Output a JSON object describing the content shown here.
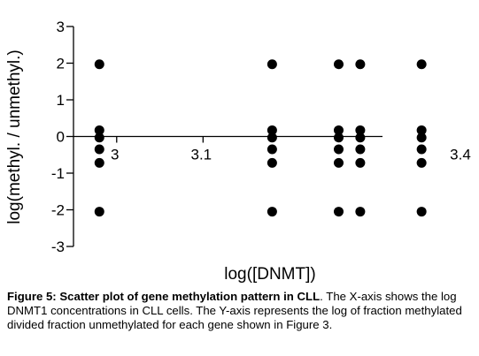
{
  "chart_data": {
    "type": "scatter",
    "xlabel": "log([DNMT])",
    "ylabel": "log(methyl. / unmethyl.)",
    "xlim": [
      2.95,
      3.4
    ],
    "ylim": [
      -3,
      3
    ],
    "x_ticks": [
      {
        "value": 3,
        "label": "3"
      },
      {
        "value": 3.1,
        "label": "3.1"
      },
      {
        "value": 3.4,
        "label": "3.4"
      }
    ],
    "y_ticks": [
      {
        "value": 3,
        "label": "3"
      },
      {
        "value": 2,
        "label": "2"
      },
      {
        "value": 1,
        "label": "1"
      },
      {
        "value": 0,
        "label": "0"
      },
      {
        "value": -1,
        "label": "-1"
      },
      {
        "value": -2,
        "label": "-2"
      },
      {
        "value": -3,
        "label": "-3"
      }
    ],
    "grid": false,
    "points": [
      {
        "x": 2.98,
        "y": 1.97
      },
      {
        "x": 2.98,
        "y": 0.17
      },
      {
        "x": 2.98,
        "y": -0.03
      },
      {
        "x": 2.98,
        "y": -0.35
      },
      {
        "x": 2.98,
        "y": -0.72
      },
      {
        "x": 2.98,
        "y": -2.05
      },
      {
        "x": 3.18,
        "y": 1.97
      },
      {
        "x": 3.18,
        "y": 0.17
      },
      {
        "x": 3.18,
        "y": -0.03
      },
      {
        "x": 3.18,
        "y": -0.35
      },
      {
        "x": 3.18,
        "y": -0.72
      },
      {
        "x": 3.18,
        "y": -2.05
      },
      {
        "x": 3.257,
        "y": 1.97
      },
      {
        "x": 3.257,
        "y": 0.17
      },
      {
        "x": 3.257,
        "y": -0.03
      },
      {
        "x": 3.257,
        "y": -0.35
      },
      {
        "x": 3.257,
        "y": -0.72
      },
      {
        "x": 3.257,
        "y": -2.05
      },
      {
        "x": 3.282,
        "y": 1.97
      },
      {
        "x": 3.282,
        "y": 0.17
      },
      {
        "x": 3.282,
        "y": -0.03
      },
      {
        "x": 3.282,
        "y": -0.35
      },
      {
        "x": 3.282,
        "y": -0.72
      },
      {
        "x": 3.282,
        "y": -2.05
      },
      {
        "x": 3.353,
        "y": 1.97
      },
      {
        "x": 3.353,
        "y": 0.17
      },
      {
        "x": 3.353,
        "y": -0.03
      },
      {
        "x": 3.353,
        "y": -0.35
      },
      {
        "x": 3.353,
        "y": -0.72
      },
      {
        "x": 3.353,
        "y": -2.05
      }
    ],
    "marker_color": "#000000",
    "axis_color": "#000000"
  },
  "caption": {
    "label": "Figure 5: Scatter plot of gene methylation pattern in CLL",
    "text": ". The X-axis shows the log DNMT1 concentrations in CLL cells. The Y-axis represents the log of fraction methylated divided fraction unmethylated for each gene shown in Figure 3."
  }
}
